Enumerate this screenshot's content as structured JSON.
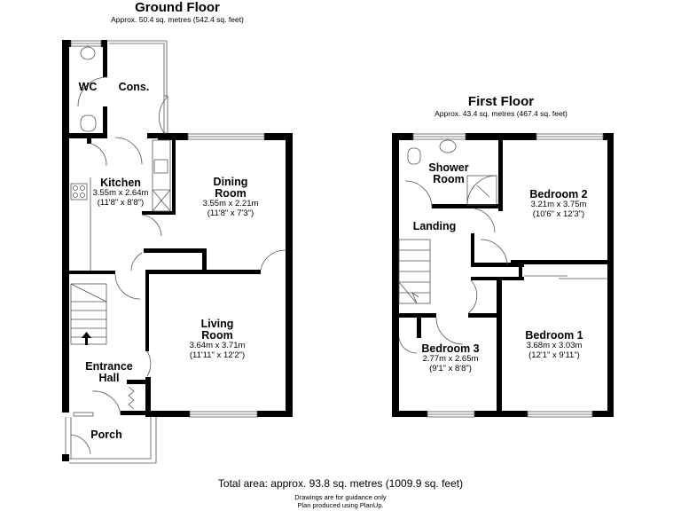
{
  "ground_floor": {
    "title": "Ground Floor",
    "area": "Approx. 50.4 sq. metres (542.4 sq. feet)",
    "rooms": [
      {
        "name": "WC",
        "dims_m": "",
        "dims_ft": ""
      },
      {
        "name": "Cons.",
        "dims_m": "",
        "dims_ft": ""
      },
      {
        "name": "Kitchen",
        "dims_m": "3.55m x 2.64m",
        "dims_ft": "(11'8\" x 8'8\")"
      },
      {
        "name": "Dining",
        "name2": "Room",
        "dims_m": "3.55m x 2.21m",
        "dims_ft": "(11'8\" x 7'3\")"
      },
      {
        "name": "Living",
        "name2": "Room",
        "dims_m": "3.64m x 3.71m",
        "dims_ft": "(11'11\" x 12'2\")"
      },
      {
        "name": "Entrance",
        "name2": "Hall",
        "dims_m": "",
        "dims_ft": ""
      },
      {
        "name": "Porch",
        "dims_m": "",
        "dims_ft": ""
      }
    ]
  },
  "first_floor": {
    "title": "First Floor",
    "area": "Approx. 43.4 sq. metres (467.4 sq. feet)",
    "rooms": [
      {
        "name": "Shower",
        "name2": "Room",
        "dims_m": "",
        "dims_ft": ""
      },
      {
        "name": "Bedroom 2",
        "dims_m": "3.21m x 3.75m",
        "dims_ft": "(10'6\" x 12'3\")"
      },
      {
        "name": "Landing",
        "dims_m": "",
        "dims_ft": ""
      },
      {
        "name": "Bedroom 3",
        "dims_m": "2.77m x 2.65m",
        "dims_ft": "(9'1\" x 8'8\")"
      },
      {
        "name": "Bedroom 1",
        "dims_m": "3.68m x 3.03m",
        "dims_ft": "(12'1\" x 9'11\")"
      }
    ]
  },
  "footer": {
    "total_area": "Total area: approx. 93.8 sq. metres (1009.9 sq. feet)",
    "note_line1": "Drawings are for guidance only",
    "note_line2": "Plan produced using PlanUp."
  },
  "colors": {
    "wall": "#000000",
    "thin_line": "#555555",
    "background": "#ffffff"
  }
}
